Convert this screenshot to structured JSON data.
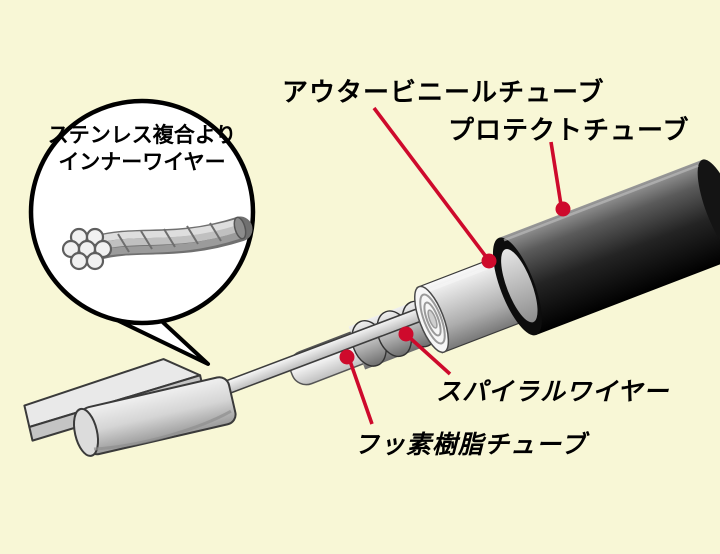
{
  "background_color": "#f8f7d6",
  "accent_red": "#ce0a2c",
  "inset": {
    "line1": "ステンレス複合より",
    "line2": "インナーワイヤー"
  },
  "labels": {
    "outer_vinyl_tube": "アウタービニールチューブ",
    "protect_tube": "プロテクトチューブ",
    "spiral_wire": "スパイラルワイヤー",
    "fluororesin_tube": "フッ素樹脂チューブ"
  }
}
